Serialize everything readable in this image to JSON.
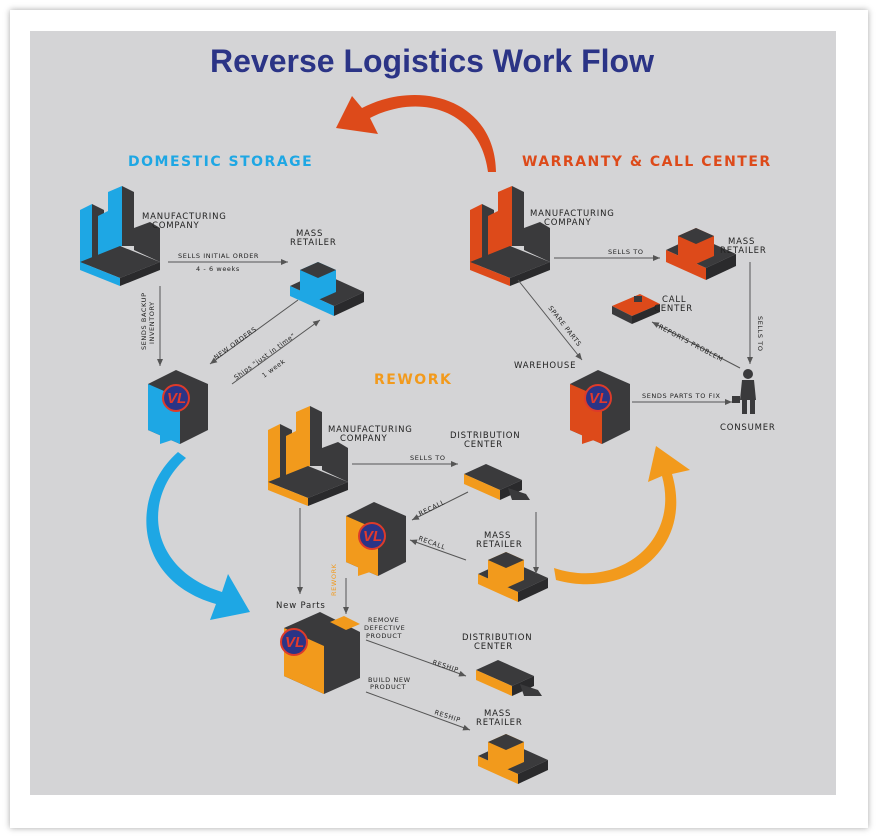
{
  "title": "Reverse Logistics Work Flow",
  "colors": {
    "blue": "#1ea7e4",
    "red": "#dd4a1a",
    "orange": "#f29a1c",
    "dark": "#3a3a3c",
    "navy": "#2b3486"
  },
  "sections": {
    "domestic": "Domestic Storage",
    "warranty": "Warranty & Call Center",
    "rework": "Rework"
  },
  "domestic": {
    "manufacturing": [
      "Manufacturing",
      "Company"
    ],
    "mass_retailer": [
      "Mass",
      "Retailer"
    ],
    "sells_initial": "Sells initial order",
    "weeks": "4 - 6 weeks",
    "sends_backup": [
      "Sends backup",
      "inventory"
    ],
    "new_orders": "New orders",
    "ships_jit": "Ships \"just in time\"",
    "one_week": "1 week"
  },
  "warranty": {
    "manufacturing": [
      "Manufacturing",
      "Company"
    ],
    "sells_to": "Sells to",
    "mass_retailer": [
      "Mass",
      "Retailer"
    ],
    "call_center": [
      "Call",
      "Center"
    ],
    "spare_parts": "Spare parts",
    "reports_problem": "Reports problem",
    "sells_to_vertical": "Sells to",
    "warehouse": "Warehouse",
    "sends_parts": "Sends parts to fix",
    "consumer": "Consumer"
  },
  "rework": {
    "manufacturing": [
      "Manufacturing",
      "Company"
    ],
    "sells_to": "Sells to",
    "distribution_center": [
      "Distribution",
      "Center"
    ],
    "recall_1": "Recall",
    "recall_2": "Recall",
    "mass_retailer": [
      "Mass",
      "Retailer"
    ],
    "rework_vertical": "Rework",
    "new_parts": "New Parts",
    "remove_defective": [
      "Remove",
      "defective",
      "product"
    ],
    "build_new": [
      "Build new",
      "product"
    ],
    "reship_1": "Reship",
    "reship_2": "Reship",
    "distribution_center_2": [
      "Distribution",
      "Center"
    ],
    "mass_retailer_2": [
      "Mass",
      "Retailer"
    ]
  },
  "logo": "VL"
}
